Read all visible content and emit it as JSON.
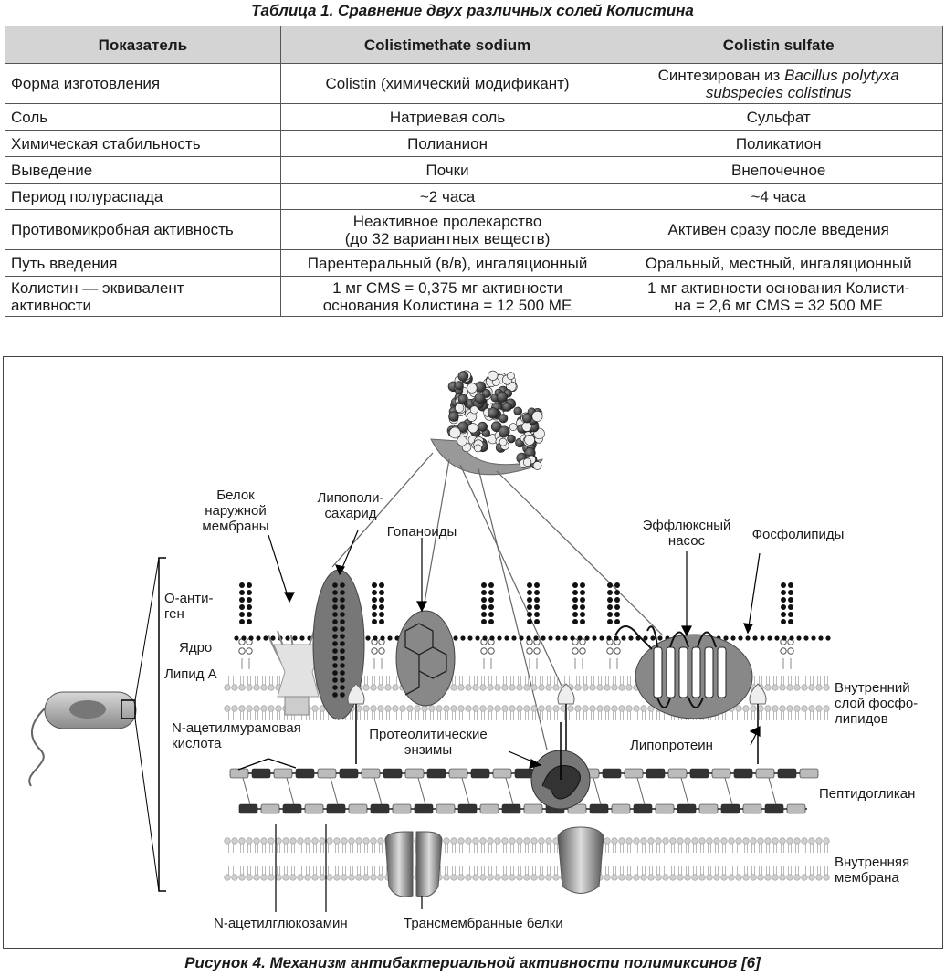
{
  "table": {
    "caption": "Таблица 1.  Сравнение двух различных солей Колистина",
    "headers": [
      "Показатель",
      "Colistimethate sodium",
      "Colistin sulfate"
    ],
    "rows": [
      {
        "param": "Форма изготовления",
        "cms": "Colistin (химический модификант)",
        "cs_prefix": "Синтезирован из ",
        "cs_italic": "Bacillus polytyxa subspecies colistinus"
      },
      {
        "param": "Соль",
        "cms": "Натриевая соль",
        "cs": "Сульфат"
      },
      {
        "param": "Химическая стабильность",
        "cms": "Полианион",
        "cs": "Поликатион"
      },
      {
        "param": "Выведение",
        "cms": "Почки",
        "cs": "Внепочечное"
      },
      {
        "param": "Период полураспада",
        "cms": "~2 часа",
        "cs": "~4 часа"
      },
      {
        "param": "Противомикробная активность",
        "cms": "Неактивное пролекарство\n(до 32 вариантных веществ)",
        "cs": "Активен сразу после введения"
      },
      {
        "param": "Путь введения",
        "cms": "Парентеральный (в/в), ингаляционный",
        "cs": "Оральный, местный, ингаляционный"
      },
      {
        "param": "Колистин — эквивалент\nактивности",
        "cms": "1 мг CMS = 0,375 мг активности\nоснования Колистина = 12 500 МЕ",
        "cs": "1 мг активности основания Колисти-\nна = 2,6 мг CMS = 32 500 МЕ"
      }
    ]
  },
  "figure": {
    "caption": "Рисунок 4. Механизм антибактериальной активности полимиксинов [6]",
    "labels": {
      "omp": "Белок\nнаружной\nмембраны",
      "lps": "Липополи-\nсахарид",
      "hopanoids": "Гопаноиды",
      "efflux": "Эффлюксный\nнасос",
      "phospholipids": "Фосфолипиды",
      "o_antigen": "О-анти-\nген",
      "core": "Ядро",
      "lipid_a": "Липид А",
      "inner_leaflet": "Внутренний\nслой фосфо-\nлипидов",
      "murnac": "N-ацетилмурамовая\nкислота",
      "proteolytic": "Протеолитические\nэнзимы",
      "lipoprotein": "Липопротеин",
      "peptidoglycan": "Пептидогликан",
      "inner_membrane": "Внутренняя\nмембрана",
      "glcnac": "N-ацетилглюкозамин",
      "transmembrane": "Трансмембранные белки"
    }
  }
}
